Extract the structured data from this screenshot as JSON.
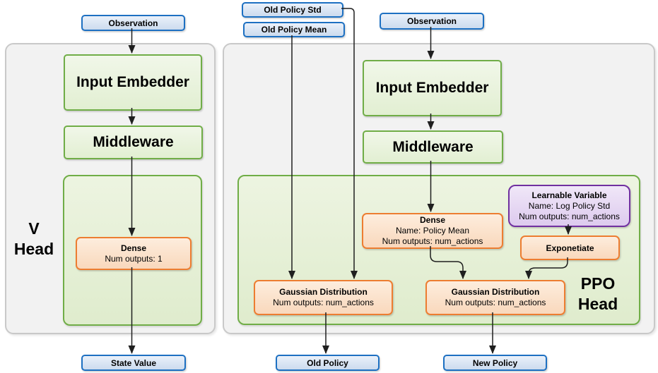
{
  "colors": {
    "panel_fill": "#f2f2f2",
    "panel_border": "#c9c9c9",
    "green_border": "#70ad47",
    "blue_border": "#1d70c2",
    "orange_border": "#ed7d31",
    "purple_border": "#7030a0",
    "arrow": "#1f1f1f",
    "text": "#000000"
  },
  "v_head": {
    "label_line1": "V",
    "label_line2": "Head",
    "observation": "Observation",
    "input_embedder": "Input Embedder",
    "middleware": "Middleware",
    "dense_title": "Dense",
    "dense_sub": "Num outputs: 1",
    "state_value": "State Value"
  },
  "ppo_head": {
    "label_line1": "PPO",
    "label_line2": "Head",
    "old_policy_std": "Old Policy Std",
    "old_policy_mean": "Old Policy Mean",
    "observation": "Observation",
    "input_embedder": "Input Embedder",
    "middleware": "Middleware",
    "dense_title": "Dense",
    "dense_line2": "Name: Policy Mean",
    "dense_line3": "Num outputs: num_actions",
    "learnable_title": "Learnable Variable",
    "learnable_line2": "Name: Log Policy Std",
    "learnable_line3": "Num outputs: num_actions",
    "exponetiate": "Exponetiate",
    "gaussian_old_title": "Gaussian Distribution",
    "gaussian_old_sub": "Num outputs: num_actions",
    "gaussian_new_title": "Gaussian Distribution",
    "gaussian_new_sub": "Num outputs: num_actions",
    "old_policy": "Old Policy",
    "new_policy": "New Policy"
  }
}
